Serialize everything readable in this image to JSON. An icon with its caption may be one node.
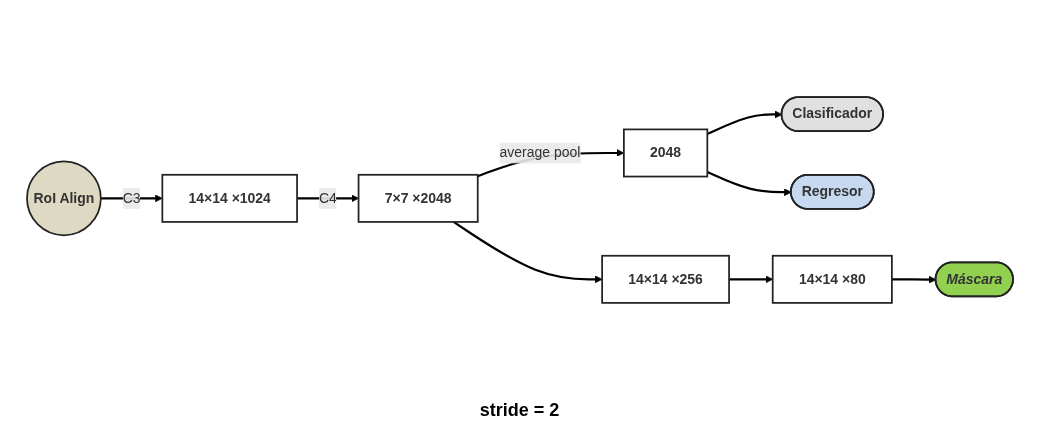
{
  "diagram": {
    "nodes": [
      {
        "text": [
          "RoI Align"
        ]
      },
      {
        "text": [
          "14×14 ×1024"
        ]
      },
      {
        "text": [
          "7×7 ×2048"
        ]
      },
      {
        "text": [
          "2048"
        ]
      },
      {
        "text": [
          "Clasificador"
        ]
      },
      {
        "text": [
          "Regresor"
        ]
      },
      {
        "text": [
          "14×14 ×256"
        ]
      },
      {
        "text": [
          "14×14 ×80"
        ]
      },
      {
        "text": [
          "Máscara"
        ]
      }
    ],
    "edges": [
      {
        "from": 0,
        "to": 1,
        "arrow": "to",
        "label": "C3"
      },
      {
        "from": 1,
        "to": 2,
        "arrow": "to",
        "label": "C4"
      },
      {
        "from": 2,
        "to": 3,
        "arrow": "to",
        "label": "average pool"
      },
      {
        "from": 3,
        "to": 4,
        "arrow": "to"
      },
      {
        "from": 3,
        "to": 5,
        "arrow": "to"
      },
      {
        "from": 2,
        "to": 6,
        "arrow": "to"
      },
      {
        "from": 6,
        "to": 7,
        "arrow": "to"
      },
      {
        "from": 7,
        "to": 8,
        "arrow": "to"
      }
    ],
    "labels": [
      "stride = 2"
    ]
  }
}
